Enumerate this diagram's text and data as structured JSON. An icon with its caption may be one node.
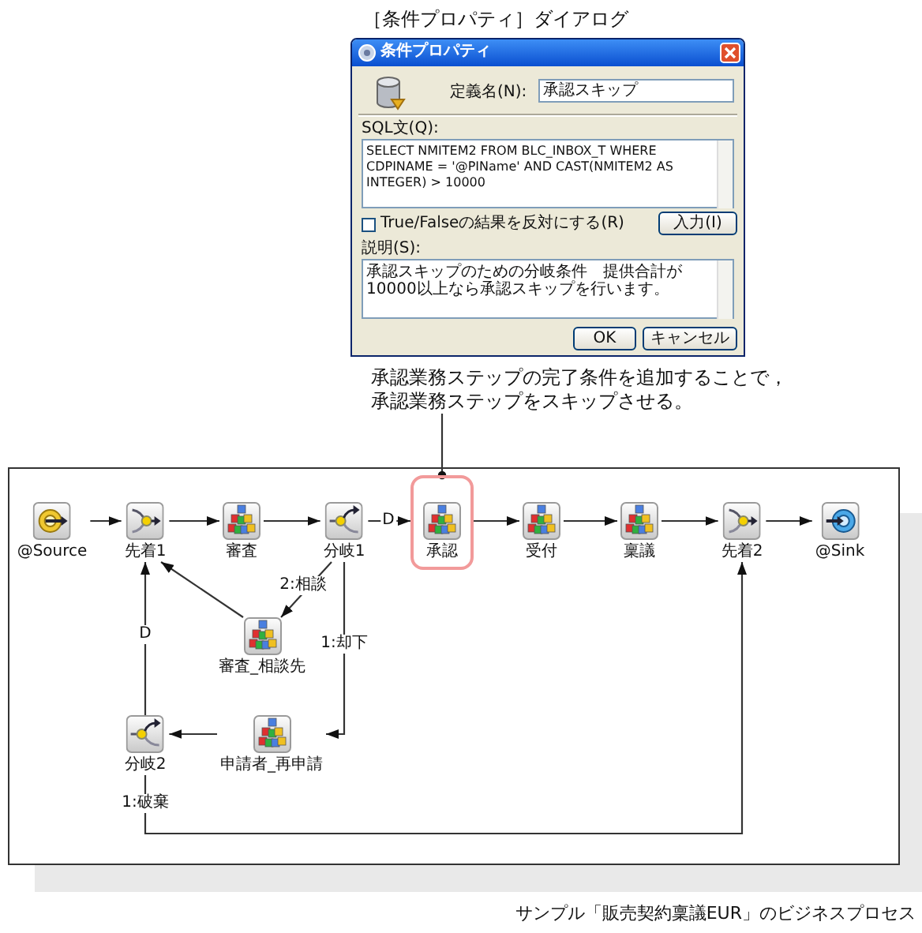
{
  "diagram": {
    "caption": "サンプル「販売契約稟議EUR」のビジネスプロセス",
    "nodes": [
      {
        "text": [
          "［条件プロパティ］ダイアログ",
          "条件プロパティ",
          "定義名(N):",
          "承認スキップ",
          "SQL文(Q):",
          "SELECT NMITEM2 FROM BLC_INBOX_T WHERE CDPINAME = '@PIName' AND CAST(NMITEM2 AS INTEGER) > 10000",
          "True/Falseの結果を反対にする(R)",
          "入力(I)",
          "説明(S):",
          "承認スキップのための分岐条件　提供合計が10000以上なら承認スキップを行います。",
          "OK",
          "キャンセル"
        ]
      },
      {
        "text": [
          "承認業務ステップの完了条件を追加することで，承認業務ステップをスキップさせる。"
        ]
      },
      {
        "text": [
          "@Source"
        ]
      },
      {
        "text": [
          "先着1"
        ]
      },
      {
        "text": [
          "審査"
        ]
      },
      {
        "text": [
          "分岐1"
        ]
      },
      {
        "text": [
          "承認"
        ]
      },
      {
        "text": [
          "受付"
        ]
      },
      {
        "text": [
          "稟議"
        ]
      },
      {
        "text": [
          "先着2"
        ]
      },
      {
        "text": [
          "@Sink"
        ]
      },
      {
        "text": [
          "審査_相談先"
        ]
      },
      {
        "text": [
          "分岐2"
        ]
      },
      {
        "text": [
          "申請者_再申請"
        ]
      }
    ],
    "edges": [
      {
        "from": 2,
        "to": 3,
        "arrow": "to"
      },
      {
        "from": 3,
        "to": 4,
        "arrow": "to"
      },
      {
        "from": 4,
        "to": 5,
        "arrow": "to"
      },
      {
        "from": 5,
        "to": 6,
        "arrow": "to",
        "label": "D"
      },
      {
        "from": 6,
        "to": 7,
        "arrow": "to"
      },
      {
        "from": 7,
        "to": 8,
        "arrow": "to"
      },
      {
        "from": 8,
        "to": 9,
        "arrow": "to"
      },
      {
        "from": 9,
        "to": 10,
        "arrow": "to"
      },
      {
        "from": 5,
        "to": 11,
        "arrow": "to",
        "label": "2:相談"
      },
      {
        "from": 11,
        "to": 3,
        "arrow": "to"
      },
      {
        "from": 5,
        "to": 13,
        "arrow": "to",
        "label": "1:却下"
      },
      {
        "from": 13,
        "to": 12,
        "arrow": "to"
      },
      {
        "from": 12,
        "to": 3,
        "arrow": "to",
        "label": "D"
      },
      {
        "from": 12,
        "to": 9,
        "arrow": "to",
        "label": "1:破棄"
      },
      {
        "from": 1,
        "to": 6,
        "arrow": "other"
      }
    ]
  }
}
